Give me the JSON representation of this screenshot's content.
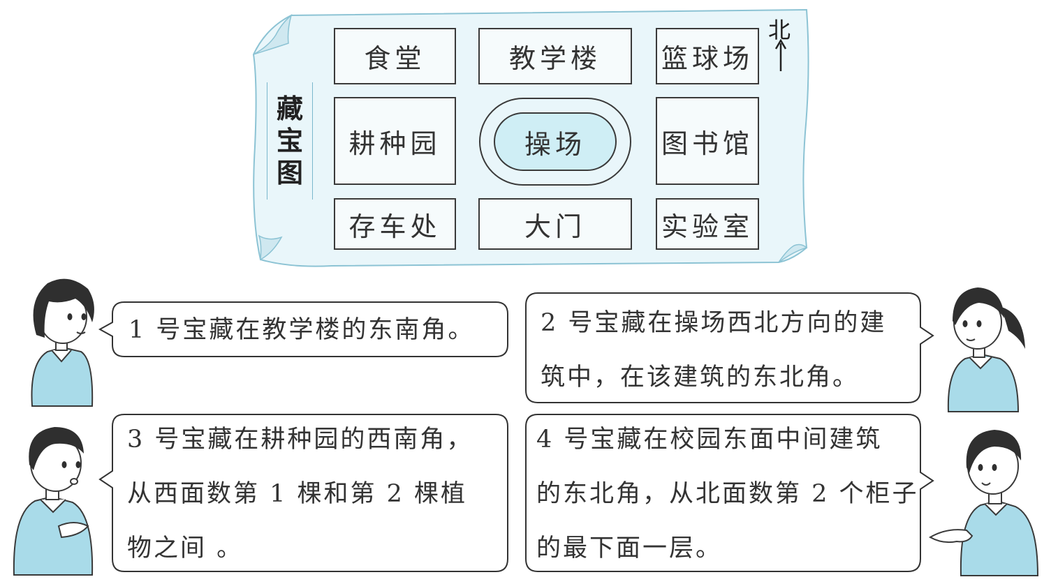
{
  "map": {
    "title": [
      "藏",
      "宝",
      "图"
    ],
    "north_label": "北",
    "cells": {
      "canteen": "食堂",
      "teaching_building": "教学楼",
      "basketball_court": "篮球场",
      "farm_garden": "耕种园",
      "playground": "操场",
      "library": "图书馆",
      "parking": "存车处",
      "gate": "大门",
      "lab": "实验室"
    }
  },
  "dialogue": [
    {
      "speaker": "girl-left",
      "lines": [
        "1 号宝藏在教学楼的东南角。"
      ]
    },
    {
      "speaker": "girl-right",
      "lines": [
        "2 号宝藏在操场西北方向的建",
        "筑中，在该建筑的东北角。"
      ]
    },
    {
      "speaker": "boy-left",
      "lines": [
        "3 号宝藏在耕种园的西南角，",
        "从西面数第 1 棵和第 2 棵植",
        "物之间 。"
      ]
    },
    {
      "speaker": "boy-right",
      "lines": [
        "4 号宝藏在校园东面中间建筑",
        "的东北角，从北面数第 2 个柜子",
        "的最下面一层。"
      ]
    }
  ],
  "colors": {
    "paper": "#e9f6fa",
    "paper_edge": "#8cc3d4",
    "shirt": "#a9dbe9",
    "hair": "#2f2f2f",
    "outline": "#3a3a3a"
  }
}
